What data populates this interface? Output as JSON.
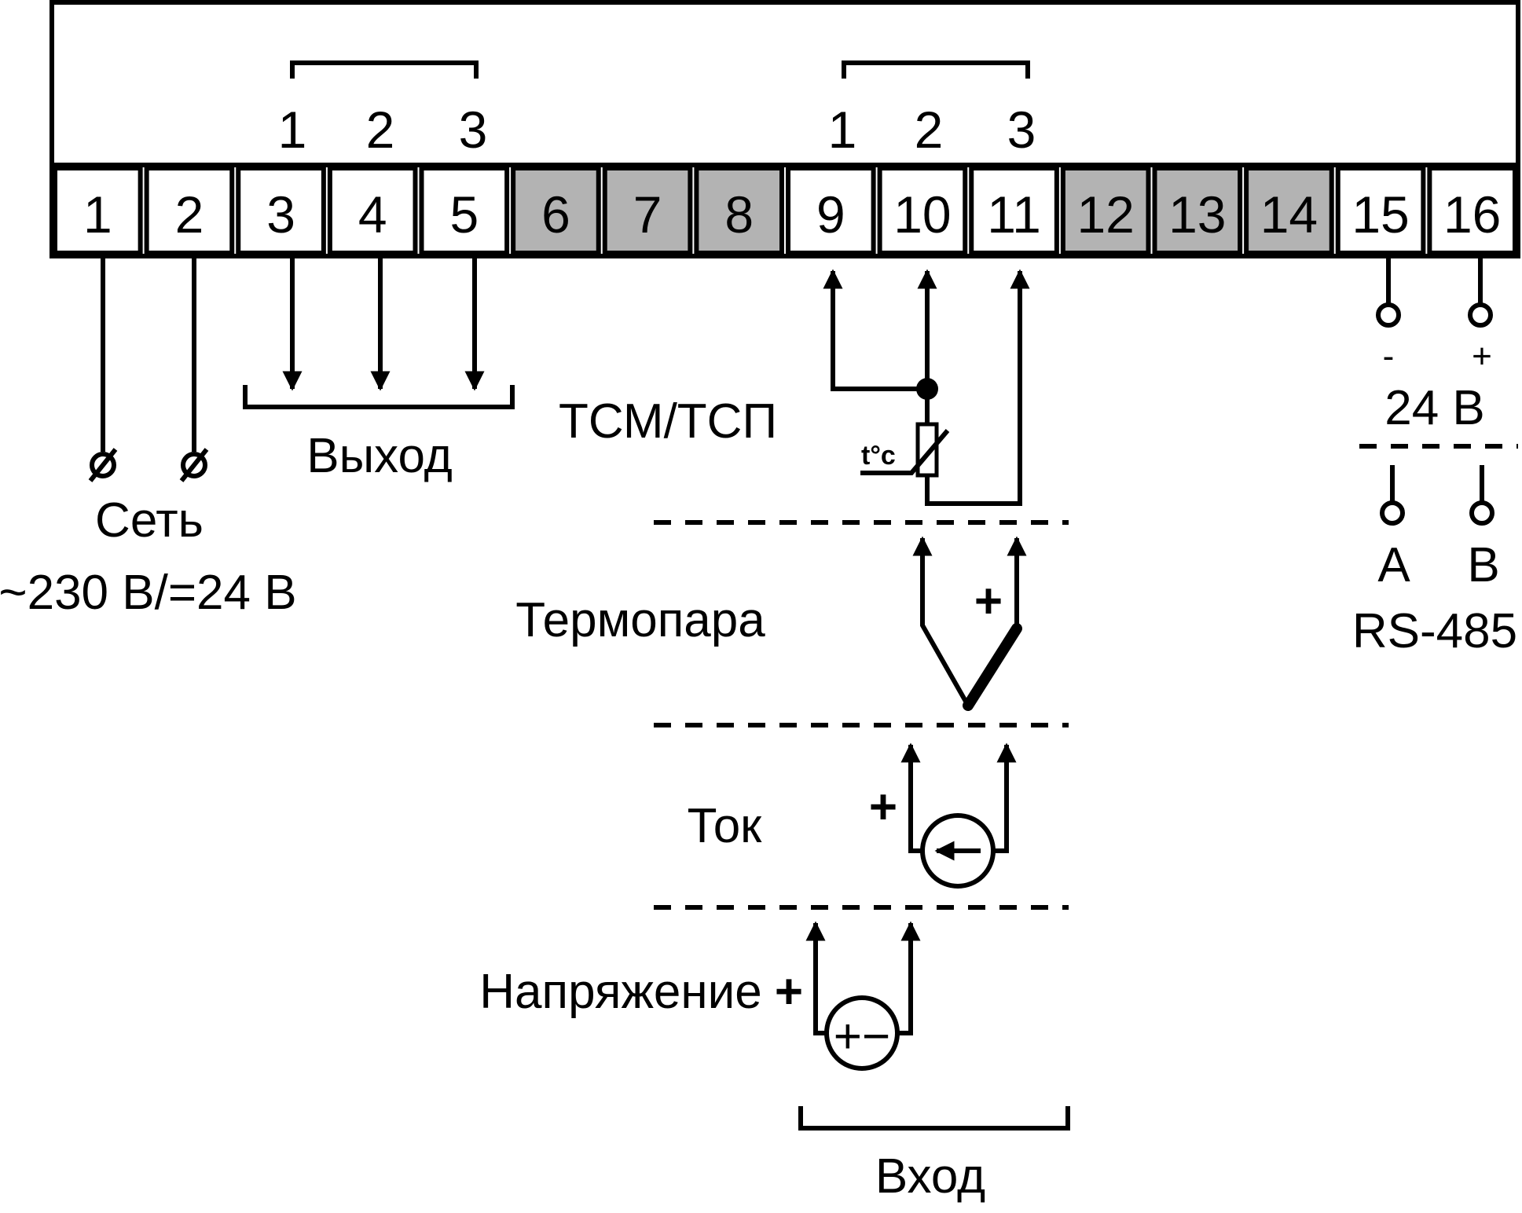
{
  "terminals": [
    {
      "num": "1",
      "shaded": false
    },
    {
      "num": "2",
      "shaded": false
    },
    {
      "num": "3",
      "shaded": false
    },
    {
      "num": "4",
      "shaded": false
    },
    {
      "num": "5",
      "shaded": false
    },
    {
      "num": "6",
      "shaded": true
    },
    {
      "num": "7",
      "shaded": true
    },
    {
      "num": "8",
      "shaded": true
    },
    {
      "num": "9",
      "shaded": false
    },
    {
      "num": "10",
      "shaded": false
    },
    {
      "num": "11",
      "shaded": false
    },
    {
      "num": "12",
      "shaded": true
    },
    {
      "num": "13",
      "shaded": true
    },
    {
      "num": "14",
      "shaded": true
    },
    {
      "num": "15",
      "shaded": false
    },
    {
      "num": "16",
      "shaded": false
    }
  ],
  "colors": {
    "shaded_terminal": "#b3b3b3",
    "line": "#000000",
    "background": "#ffffff"
  },
  "groups": {
    "output_top": [
      "1",
      "2",
      "3"
    ],
    "input_top": [
      "1",
      "2",
      "3"
    ]
  },
  "labels": {
    "power_label": "Сеть",
    "power_voltage": "~230 В/=24 В",
    "output": "Выход",
    "rtd": "ТСМ/ТСП",
    "rtd_symbol": "t°c",
    "thermocouple": "Термопара",
    "current": "Ток",
    "voltage": "Напряжение",
    "input": "Вход",
    "plus": "+",
    "minus": "-",
    "supply_24": "24 В",
    "rs_a": "A",
    "rs_b": "B",
    "rs485": "RS-485",
    "source_pm": "+−"
  },
  "icons": {
    "power_terminal": "screw-terminal-icon",
    "rtd": "thermistor-icon",
    "current_source": "current-source-icon",
    "voltage_source": "voltage-source-icon",
    "thermocouple": "thermocouple-icon"
  }
}
